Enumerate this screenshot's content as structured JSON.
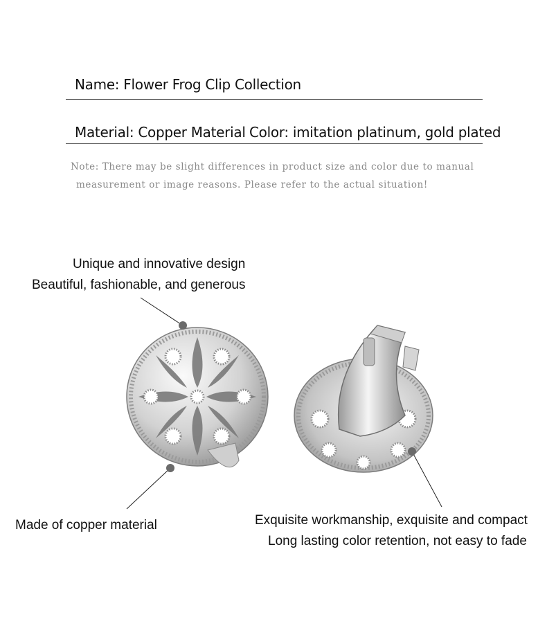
{
  "header": {
    "name_line": "Name: Flower Frog Clip Collection",
    "spec_line_material": "Material: Copper Material",
    "spec_line_color": "Color: imitation platinum, gold plated",
    "note_line1": "Note: There may be slight differences in product size and color due to manual",
    "note_line2": "measurement or image reasons. Please refer to the actual situation!"
  },
  "callouts": {
    "top_left_1": "Unique and innovative design",
    "top_left_2": "Beautiful, fashionable, and generous",
    "bottom_left": "Made of copper material",
    "bottom_right_1": "Exquisite workmanship, exquisite and compact",
    "bottom_right_2": "Long lasting color retention, not easy to fade"
  },
  "colors": {
    "metal_light": "#f2f2f2",
    "metal_mid": "#bdbdbd",
    "metal_dark": "#6e6e6e",
    "dot": "#6b6b6b"
  }
}
